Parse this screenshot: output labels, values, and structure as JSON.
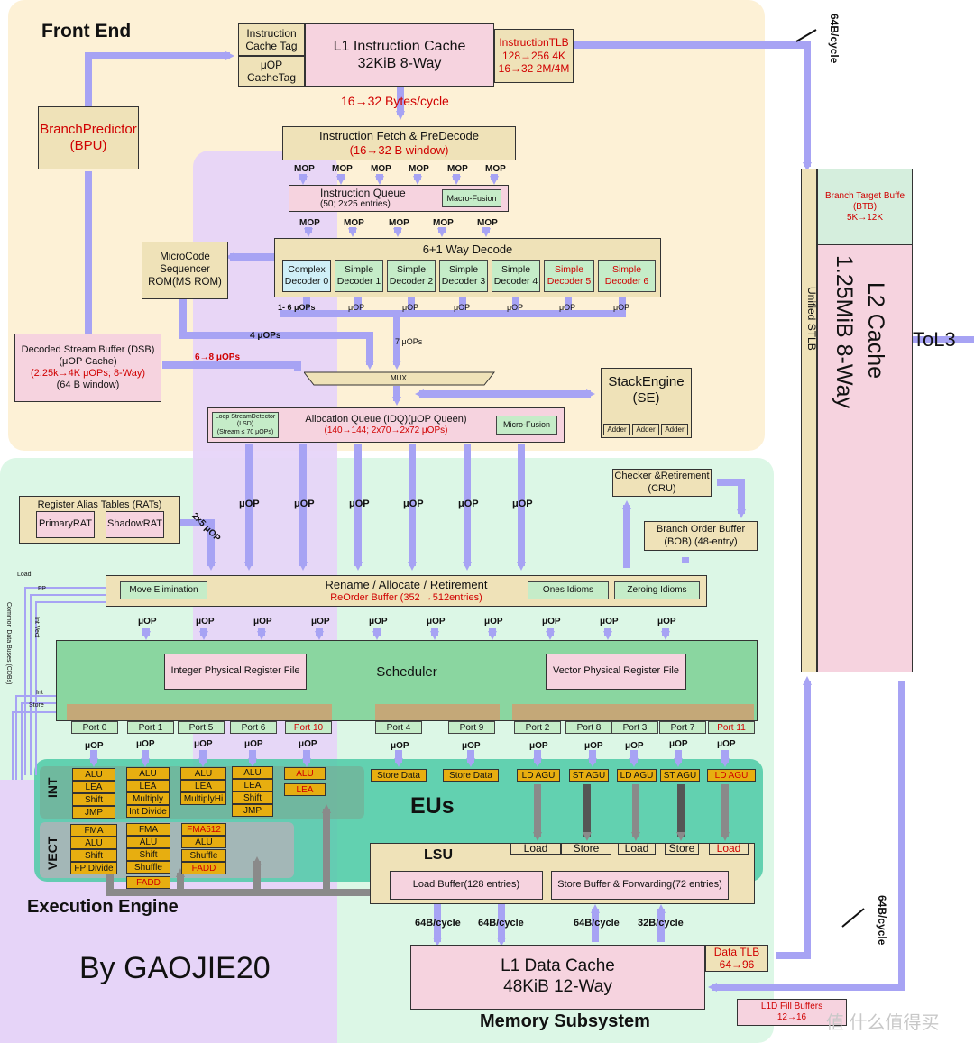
{
  "regions": {
    "front_end": "Front End",
    "execution_engine": "Execution Engine",
    "memory_subsystem": "Memory Subsystem",
    "eus": "EUs",
    "int": "INT",
    "vect": "VECT",
    "author": "By GAOJIE20",
    "to_l3": "ToL3",
    "bus_top": "64B/cycle",
    "bus_right": "64B/cycle"
  },
  "frontend": {
    "icache_tag": "Instruction Cache Tag",
    "uop_cache_tag": "μOP CacheTag",
    "l1i_title": "L1 Instruction Cache",
    "l1i_size": "32KiB 8-Way",
    "itlb_title": "InstructionTLB",
    "itlb_line1": "128→256 4K",
    "itlb_line2": "16→32 2M/4M",
    "fetch_bw": "16→32 Bytes/cycle",
    "bpu_line1": "BranchPredictor",
    "bpu_line2": "(BPU)",
    "fetch_title": "Instruction Fetch & PreDecode",
    "fetch_window": "(16→32 B window)",
    "mop": "MOP",
    "iq_title": "Instruction Queue",
    "iq_entries": "(50; 2x25 entries)",
    "macro_fusion": "Macro-Fusion",
    "decode_title": "6+1 Way Decode",
    "decoders": [
      {
        "l1": "Complex",
        "l2": "Decoder 0"
      },
      {
        "l1": "Simple",
        "l2": "Decoder 1"
      },
      {
        "l1": "Simple",
        "l2": "Decoder 2"
      },
      {
        "l1": "Simple",
        "l2": "Decoder 3"
      },
      {
        "l1": "Simple",
        "l2": "Decoder 4"
      },
      {
        "l1": "Simple",
        "l2": "Decoder 5"
      },
      {
        "l1": "Simple",
        "l2": "Decoder 6"
      }
    ],
    "msrom_l1": "MicroCode",
    "msrom_l2": "Sequencer",
    "msrom_l3": "ROM(MS ROM)",
    "dec_uops_first": "1- 6 μOPs",
    "uop": "μOP",
    "dsb_l1": "Decoded Stream Buffer (DSB)",
    "dsb_l2": "(μOP Cache)",
    "dsb_l3": "(2.25k→4K μOPs; 8-Way)",
    "dsb_l4": "(64 B window)",
    "uops_4": "4 μOPs",
    "uops_7": "7 μOPs",
    "uops_6_8": "6→8 μOPs",
    "mux": "MUX",
    "se_l1": "StackEngine",
    "se_l2": "(SE)",
    "adder": "Adder",
    "lsd_l1": "Loop StreamDetector",
    "lsd_l2": "(LSD)",
    "lsd_l3": "(Stream ≤ 70 μOPs)",
    "idq_l1": "Allocation Queue (IDQ)(μOP Queen)",
    "idq_l2": "(140→144; 2x70→2x72 μOPs)",
    "micro_fusion": "Micro-Fusion"
  },
  "l2": {
    "btb_l1": "Branch Target Buffe",
    "btb_l2": "(BTB)",
    "btb_l3": "5K→12K",
    "stlb": "Unified STLB",
    "l2_title": "L2 Cache",
    "l2_size": "1.25MiB 8-Way"
  },
  "engine": {
    "rat_title": "Register Alias Tables (RATs)",
    "primary_rat": "PrimaryRAT",
    "shadow_rat": "ShadowRAT",
    "rat_uop": "2x5 μOP",
    "cru_l1": "Checker &Retirement",
    "cru_l2": "(CRU)",
    "bob_l1": "Branch Order Buffer",
    "bob_l2": "(BOB) (48-entry)",
    "move_elim": "Move Elimination",
    "rename_l1": "Rename / Allocate / Retirement",
    "rename_l2": "ReOrder Buffer  (352 →512entries)",
    "ones_idioms": "Ones Idioms",
    "zero_idioms": "Zeroing Idioms",
    "scheduler": "Scheduler",
    "int_prf": "Integer Physical Register File",
    "vec_prf": "Vector Physical Register File",
    "bus_load": "Load",
    "bus_fp": "FP",
    "bus_intvect": "Int Vect",
    "bus_cdb": "Common Data Buses (CDBs)",
    "bus_int": "Int",
    "bus_store": "Store",
    "ports": [
      "Port 0",
      "Port 1",
      "Port 5",
      "Port 6",
      "Port 10",
      "Port 4",
      "Port 9",
      "Port 2",
      "Port 8",
      "Port 3",
      "Port 7",
      "Port 11"
    ],
    "p0_int": [
      "ALU",
      "LEA",
      "Shift",
      "JMP"
    ],
    "p1_int": [
      "ALU",
      "LEA",
      "Multiply",
      "Int Divide"
    ],
    "p5_int": [
      "ALU",
      "LEA",
      "MultiplyHi"
    ],
    "p6_int": [
      "ALU",
      "LEA",
      "Shift",
      "JMP"
    ],
    "p10_int": [
      "ALU",
      "LEA"
    ],
    "p0_vec": [
      "FMA",
      "ALU",
      "Shift",
      "FP Divide"
    ],
    "p1_vec": [
      "FMA",
      "ALU",
      "Shift",
      "Shuffle",
      "FADD"
    ],
    "p5_vec": [
      "FMA512",
      "ALU",
      "Shuffle",
      "FADD"
    ],
    "store_data": "Store Data",
    "ld_agu": "LD AGU",
    "st_agu": "ST AGU"
  },
  "memory": {
    "lsu": "LSU",
    "load": "Load",
    "store": "Store",
    "load_buffer": "Load Buffer(128 entries)",
    "store_buffer": "Store Buffer & Forwarding(72 entries)",
    "bw64": "64B/cycle",
    "bw32": "32B/cycle",
    "l1d_title": "L1 Data Cache",
    "l1d_size": "48KiB 12-Way",
    "dtlb_l1": "Data TLB",
    "dtlb_l2": "64→96",
    "fill_l1": "L1D Fill Buffers",
    "fill_l2": "12→16"
  },
  "watermark": "值 什么值得买",
  "colors": {
    "frontend_bg": "#fdf1d6",
    "engine_bg": "#dcf7e6",
    "purple_bg": "#e6d4f8",
    "arrow": "#a7a3f4",
    "red_text": "#d00000",
    "unit_yellow": "#e7ae10"
  }
}
